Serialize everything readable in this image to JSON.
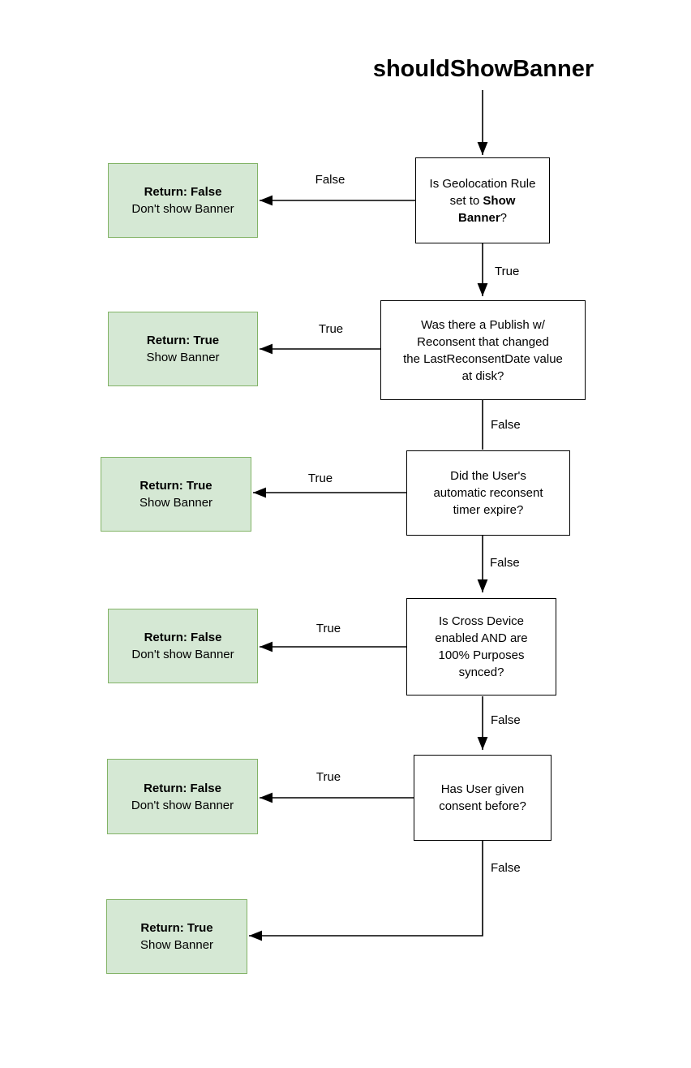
{
  "page": {
    "title": "shouldShowBanner"
  },
  "flowchart": {
    "decisions": {
      "geo_rule": {
        "line1": "Is Geolocation Rule",
        "line2_text": "set to ",
        "line2_bold": "Show",
        "line3_bold": "Banner",
        "line3_text": "?"
      },
      "publish_reconsent": {
        "lines": [
          "Was there a Publish w/",
          "Reconsent that changed",
          "the LastReconsentDate value",
          "at disk?"
        ]
      },
      "reconsent_timer": {
        "lines": [
          "Did the User's",
          "automatic reconsent",
          "timer expire?"
        ]
      },
      "cross_device": {
        "lines": [
          "Is Cross Device",
          "enabled AND are",
          "100% Purposes",
          "synced?"
        ]
      },
      "consent_before": {
        "lines": [
          "Has User given",
          "consent before?"
        ]
      }
    },
    "returns": [
      {
        "title": "Return: False",
        "subtitle": "Don't show Banner"
      },
      {
        "title": "Return: True",
        "subtitle": "Show Banner"
      },
      {
        "title": "Return: True",
        "subtitle": "Show Banner"
      },
      {
        "title": "Return: False",
        "subtitle": "Don't show Banner"
      },
      {
        "title": "Return: False",
        "subtitle": "Don't show Banner"
      },
      {
        "title": "Return: True",
        "subtitle": "Show Banner"
      }
    ],
    "edge_labels": {
      "geo_false": "False",
      "geo_true": "True",
      "publish_true": "True",
      "publish_false": "False",
      "timer_true": "True",
      "timer_false": "False",
      "cross_true": "True",
      "cross_false": "False",
      "consent_true": "True",
      "consent_false": "False"
    },
    "colors": {
      "return_fill": "#d5e8d4",
      "return_border": "#82b366",
      "decision_fill": "#ffffff",
      "decision_border": "#000000",
      "connector": "#000000"
    }
  }
}
